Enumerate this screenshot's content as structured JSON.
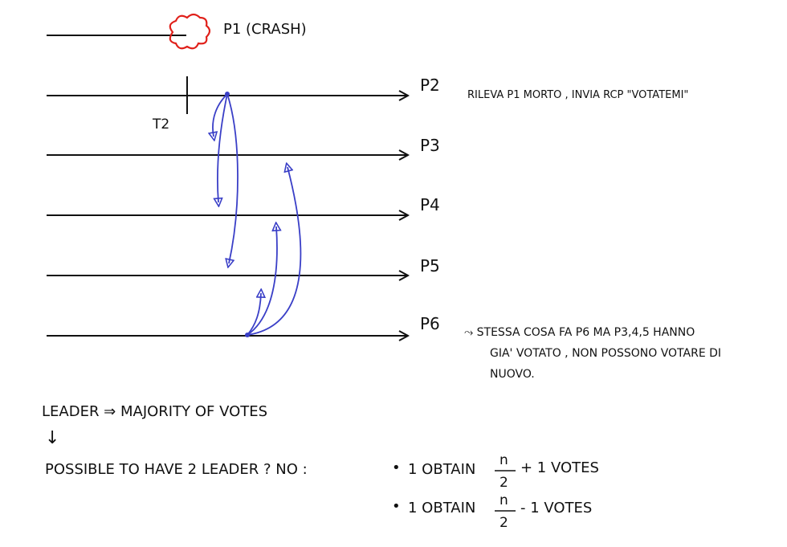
{
  "processes": [
    {
      "id": "p1",
      "label": "P1 (CRASH)"
    },
    {
      "id": "p2",
      "label": "P2"
    },
    {
      "id": "p3",
      "label": "P3"
    },
    {
      "id": "p4",
      "label": "P4"
    },
    {
      "id": "p5",
      "label": "P5"
    },
    {
      "id": "p6",
      "label": "P6"
    }
  ],
  "time_marker": "T2",
  "notes": {
    "p2": "RILEVA P1 MORTO , INVIA RCP \"VOTATEMI\"",
    "p6_line1": "⤳ STESSA COSA FA P6 MA P3,4,5 HANNO",
    "p6_line2": "GIA' VOTATO , NON POSSONO VOTARE DI",
    "p6_line3": "NUOVO."
  },
  "bottom": {
    "leader_line": "LEADER ⇒ MAJORITY OF VOTES",
    "down_arrow": "↓",
    "question": "POSSIBLE TO HAVE 2 LEADER ? NO :",
    "bullet": "•",
    "obtain1_prefix": "1 OBTAIN",
    "obtain1_suffix": "+ 1  VOTES",
    "obtain2_prefix": "1 OBTAIN",
    "obtain2_suffix": "- 1  VOTES",
    "frac_num": "n",
    "frac_den": "2"
  },
  "colors": {
    "ink": "#111111",
    "arrow": "#3a3fc7",
    "crash": "#e0201a"
  }
}
